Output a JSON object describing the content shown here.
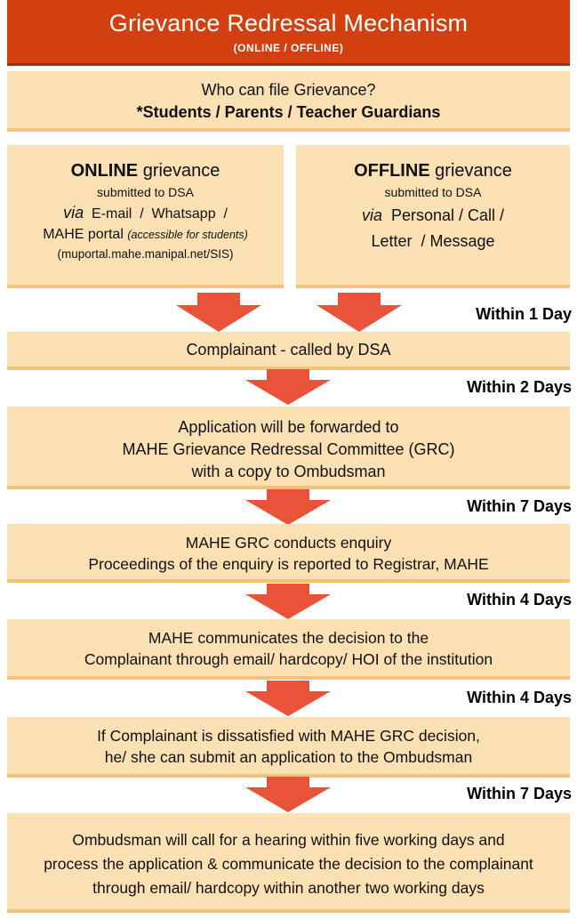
{
  "header": {
    "title": "Grievance Redressal Mechanism",
    "subtitle": "(ONLINE / OFFLINE)"
  },
  "who": {
    "question": "Who can file Grievance?",
    "answer": "*Students / Parents / Teacher Guardians"
  },
  "online": {
    "title_bold": "ONLINE",
    "title_rest": " grievance",
    "submitted": "submitted to DSA",
    "via": "via",
    "via_rest": "  E-mail  /  Whatsapp  /",
    "portal": "MAHE portal ",
    "portal_note": "(accessible for students)",
    "url": "(muportal.mahe.manipal.net/SIS)"
  },
  "offline": {
    "title_bold": "OFFLINE",
    "title_rest": " grievance",
    "submitted": "submitted to DSA",
    "via": "via",
    "via_rest": "  Personal / Call /",
    "line2": "Letter  / Message"
  },
  "steps": [
    {
      "lines": [
        "Complainant - called by DSA"
      ]
    },
    {
      "lines": [
        "Application will be forwarded to",
        "MAHE Grievance Redressal Committee (GRC)",
        "with a copy to Ombudsman"
      ]
    },
    {
      "lines": [
        "MAHE GRC conducts enquiry",
        "Proceedings of the enquiry is reported to Registrar, MAHE"
      ]
    },
    {
      "lines": [
        "MAHE communicates the decision to the",
        "Complainant through email/ hardcopy/ HOI of the institution"
      ]
    },
    {
      "lines": [
        "If Complainant is dissatisfied with MAHE GRC decision,",
        "he/ she can submit an application to the Ombudsman"
      ]
    },
    {
      "lines": [
        "Ombudsman will call for a hearing within five working days and",
        "process the application & communicate the decision to the complainant",
        "through email/ hardcopy within another two working days"
      ]
    }
  ],
  "timelines": [
    "Within 1 Day",
    "Within 2 Days",
    "Within 7 Days",
    "Within 4 Days",
    "Within 4 Days",
    "Within 7 Days"
  ],
  "colors": {
    "header_bg": "#d2400f",
    "box_bg": "#fbe0b4",
    "box_border": "#f3c27a",
    "arrow": "#e8533a"
  }
}
